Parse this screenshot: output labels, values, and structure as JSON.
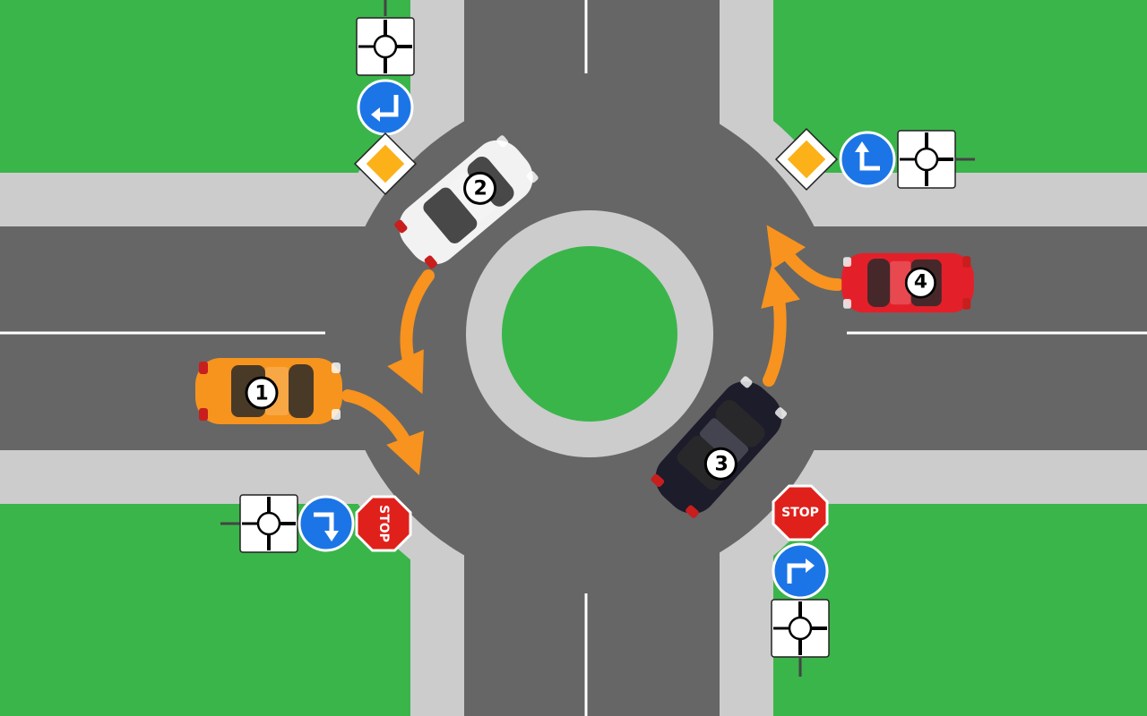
{
  "colors": {
    "grass": "#3ab54a",
    "sidewalk": "#cccccc",
    "road": "#666666",
    "lane_marking": "#ffffff",
    "arrow": "#f7931e",
    "priority_sign": "#fbb117",
    "mandatory_sign": "#1c75e6",
    "stop_sign": "#e0201b"
  },
  "signs": {
    "stop_label": "STOP"
  },
  "cars": [
    {
      "number": "1",
      "color": "#f7941d"
    },
    {
      "number": "2",
      "color": "#f2f2f2"
    },
    {
      "number": "3",
      "color": "#1c1c2b"
    },
    {
      "number": "4",
      "color": "#e3202a"
    }
  ]
}
